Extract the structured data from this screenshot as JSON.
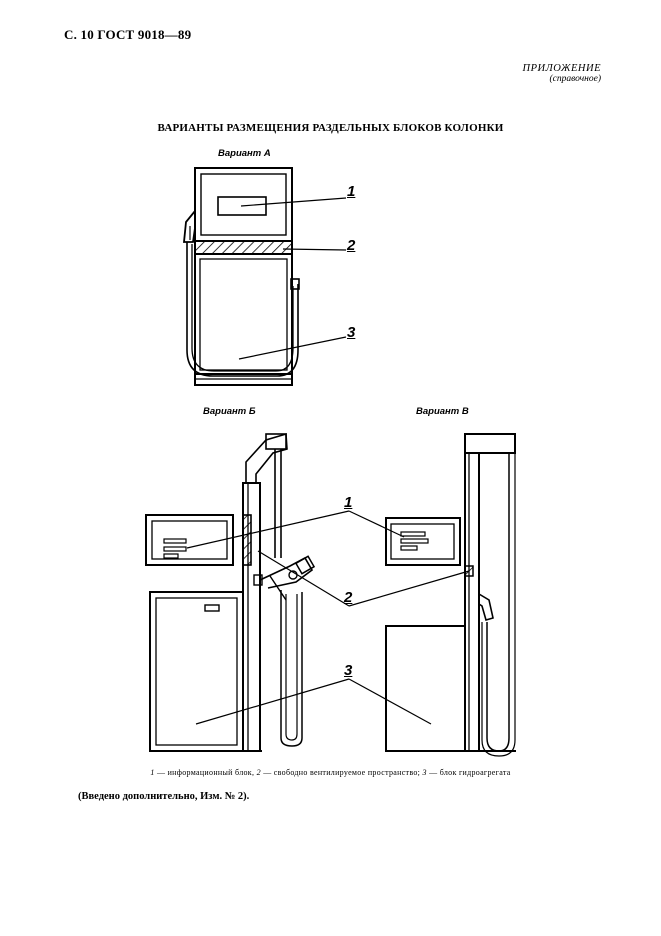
{
  "header": {
    "page_ref": "С. 10 ГОСТ 9018—89"
  },
  "appendix": {
    "label": "ПРИЛОЖЕНИЕ",
    "note": "(справочное)"
  },
  "title": "ВАРИАНТЫ РАЗМЕЩЕНИЯ РАЗДЕЛЬНЫХ БЛОКОВ КОЛОНКИ",
  "variants": {
    "a": "Вариант А",
    "b": "Вариант Б",
    "v": "Вариант В"
  },
  "callouts": {
    "n1": "1",
    "n2": "2",
    "n3": "3"
  },
  "caption": {
    "n1": "1",
    "t1": " — информационный блок, ",
    "n2": "2",
    "t2": " — свободно вентилируемое пространство; ",
    "n3": "3",
    "t3": " — блок гидроагрегата"
  },
  "footnote": "(Введено дополнительно, Изм. № 2)."
}
